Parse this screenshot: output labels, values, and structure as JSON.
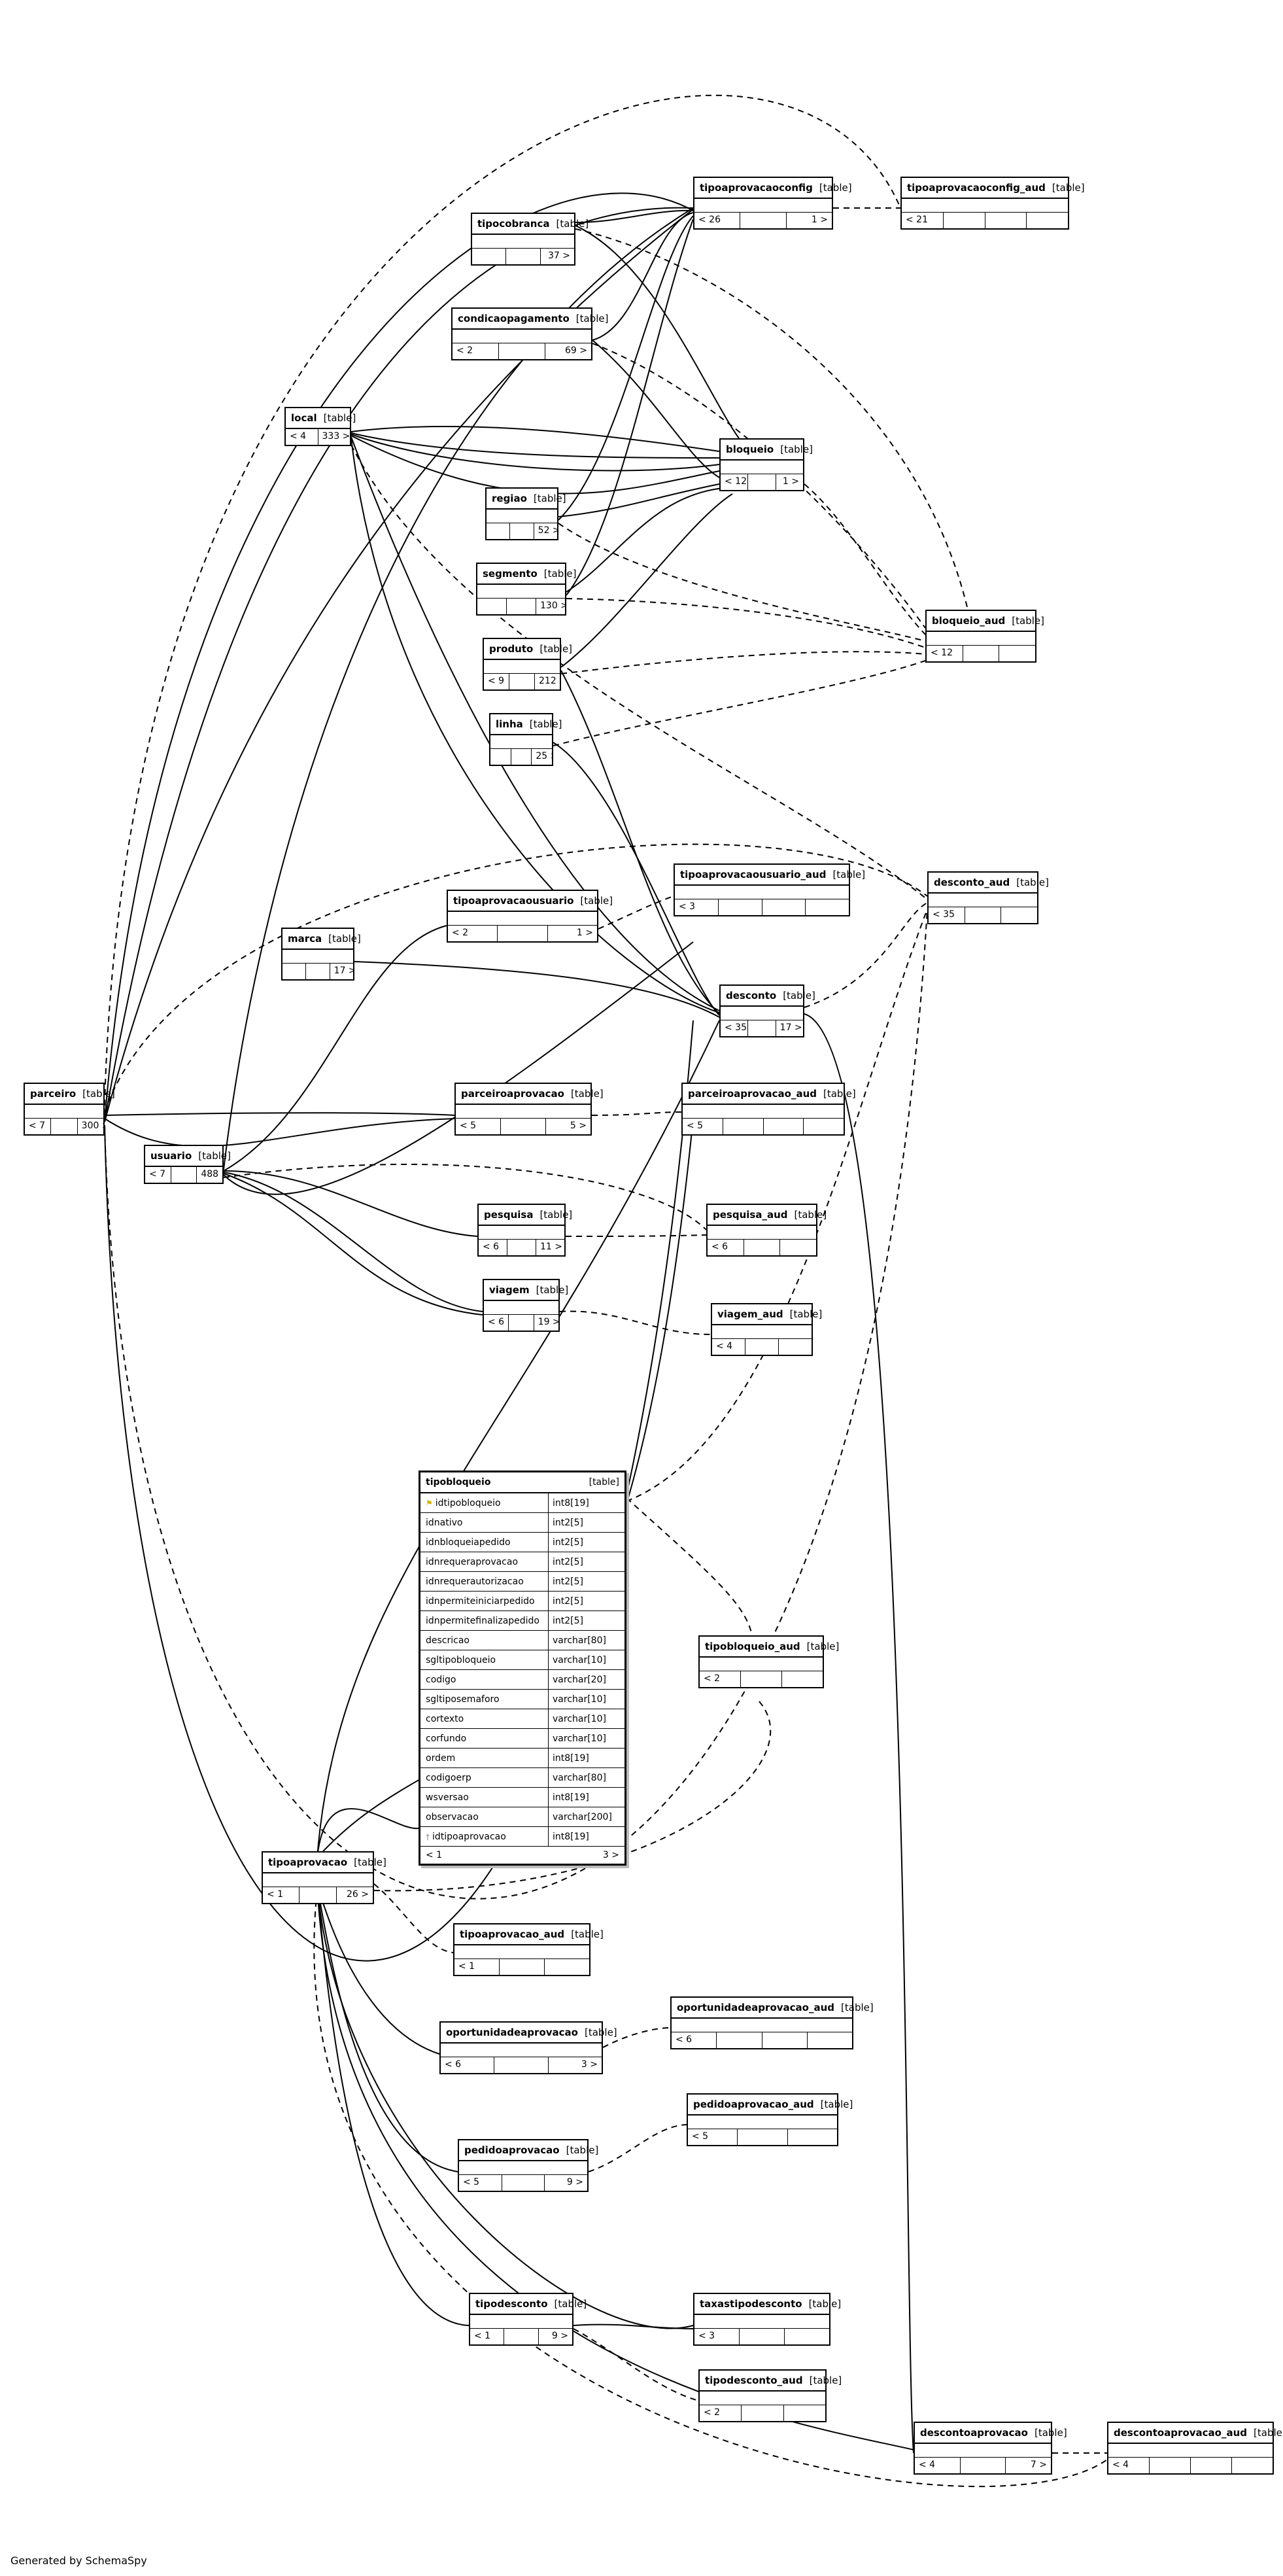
{
  "footer": {
    "generated": "Generated by SchemaSpy"
  },
  "type_label": "[table]",
  "tables": {
    "tipoaprovacaoconfig": {
      "name": "tipoaprovacaoconfig",
      "parents": "< 26",
      "children": "1 >"
    },
    "tipoaprovacaoconfig_aud": {
      "name": "tipoaprovacaoconfig_aud",
      "parents": "< 21",
      "children": ""
    },
    "tipocobranca": {
      "name": "tipocobranca",
      "parents": "",
      "children": "37 >"
    },
    "condicaopagamento": {
      "name": "condicaopagamento",
      "parents": "< 2",
      "children": "69 >"
    },
    "local": {
      "name": "local",
      "parents": "< 4",
      "children": "333 >"
    },
    "bloqueio": {
      "name": "bloqueio",
      "parents": "< 12",
      "children": "1 >"
    },
    "regiao": {
      "name": "regiao",
      "parents": "",
      "children": "52 >"
    },
    "segmento": {
      "name": "segmento",
      "parents": "",
      "children": "130 >"
    },
    "bloqueio_aud": {
      "name": "bloqueio_aud",
      "parents": "< 12",
      "children": ""
    },
    "produto": {
      "name": "produto",
      "parents": "< 9",
      "children": "212 >"
    },
    "linha": {
      "name": "linha",
      "parents": "",
      "children": "25 >"
    },
    "tipoaprovacaousuario_aud": {
      "name": "tipoaprovacaousuario_aud",
      "parents": "< 3",
      "children": ""
    },
    "desconto_aud": {
      "name": "desconto_aud",
      "parents": "< 35",
      "children": ""
    },
    "tipoaprovacaousuario": {
      "name": "tipoaprovacaousuario",
      "parents": "< 2",
      "children": "1 >"
    },
    "marca": {
      "name": "marca",
      "parents": "",
      "children": "17 >"
    },
    "desconto": {
      "name": "desconto",
      "parents": "< 35",
      "children": "17 >"
    },
    "parceiro": {
      "name": "parceiro",
      "parents": "< 7",
      "children": "300 >"
    },
    "parceiroaprovacao": {
      "name": "parceiroaprovacao",
      "parents": "< 5",
      "children": "5 >"
    },
    "parceiroaprovacao_aud": {
      "name": "parceiroaprovacao_aud",
      "parents": "< 5",
      "children": ""
    },
    "usuario": {
      "name": "usuario",
      "parents": "< 7",
      "children": "488 >"
    },
    "pesquisa": {
      "name": "pesquisa",
      "parents": "< 6",
      "children": "11 >"
    },
    "pesquisa_aud": {
      "name": "pesquisa_aud",
      "parents": "< 6",
      "children": ""
    },
    "viagem": {
      "name": "viagem",
      "parents": "< 6",
      "children": "19 >"
    },
    "viagem_aud": {
      "name": "viagem_aud",
      "parents": "< 4",
      "children": ""
    },
    "tipobloqueio_aud": {
      "name": "tipobloqueio_aud",
      "parents": "< 2",
      "children": ""
    },
    "tipoaprovacao": {
      "name": "tipoaprovacao",
      "parents": "< 1",
      "children": "26 >"
    },
    "tipoaprovacao_aud": {
      "name": "tipoaprovacao_aud",
      "parents": "< 1",
      "children": ""
    },
    "oportunidadeaprovacao_aud": {
      "name": "oportunidadeaprovacao_aud",
      "parents": "< 6",
      "children": ""
    },
    "oportunidadeaprovacao": {
      "name": "oportunidadeaprovacao",
      "parents": "< 6",
      "children": "3 >"
    },
    "pedidoaprovacao_aud": {
      "name": "pedidoaprovacao_aud",
      "parents": "< 5",
      "children": ""
    },
    "pedidoaprovacao": {
      "name": "pedidoaprovacao",
      "parents": "< 5",
      "children": "9 >"
    },
    "tipodesconto": {
      "name": "tipodesconto",
      "parents": "< 1",
      "children": "9 >"
    },
    "taxastipodesconto": {
      "name": "taxastipodesconto",
      "parents": "< 3",
      "children": ""
    },
    "tipodesconto_aud": {
      "name": "tipodesconto_aud",
      "parents": "< 2",
      "children": ""
    },
    "descontoaprovacao": {
      "name": "descontoaprovacao",
      "parents": "< 4",
      "children": "7 >"
    },
    "descontoaprovacao_aud": {
      "name": "descontoaprovacao_aud",
      "parents": "< 4",
      "children": ""
    }
  },
  "tipobloqueio": {
    "name": "tipobloqueio",
    "type": "[table]",
    "columns": [
      {
        "name": "idtipobloqueio",
        "type": "int8[19]",
        "key": "pk"
      },
      {
        "name": "idnativo",
        "type": "int2[5]",
        "key": ""
      },
      {
        "name": "idnbloqueiapedido",
        "type": "int2[5]",
        "key": ""
      },
      {
        "name": "idnrequeraprovacao",
        "type": "int2[5]",
        "key": ""
      },
      {
        "name": "idnrequerautorizacao",
        "type": "int2[5]",
        "key": ""
      },
      {
        "name": "idnpermiteiniciarpedido",
        "type": "int2[5]",
        "key": ""
      },
      {
        "name": "idnpermitefinalizapedido",
        "type": "int2[5]",
        "key": ""
      },
      {
        "name": "descricao",
        "type": "varchar[80]",
        "key": ""
      },
      {
        "name": "sgltipobloqueio",
        "type": "varchar[10]",
        "key": ""
      },
      {
        "name": "codigo",
        "type": "varchar[20]",
        "key": ""
      },
      {
        "name": "sgltiposemaforo",
        "type": "varchar[10]",
        "key": ""
      },
      {
        "name": "cortexto",
        "type": "varchar[10]",
        "key": ""
      },
      {
        "name": "corfundo",
        "type": "varchar[10]",
        "key": ""
      },
      {
        "name": "ordem",
        "type": "int8[19]",
        "key": ""
      },
      {
        "name": "codigoerp",
        "type": "varchar[80]",
        "key": ""
      },
      {
        "name": "wsversao",
        "type": "int8[19]",
        "key": ""
      },
      {
        "name": "observacao",
        "type": "varchar[200]",
        "key": ""
      },
      {
        "name": "idtipoaprovacao",
        "type": "int8[19]",
        "key": "fk"
      }
    ],
    "parents": "< 1",
    "children": "3 >"
  }
}
